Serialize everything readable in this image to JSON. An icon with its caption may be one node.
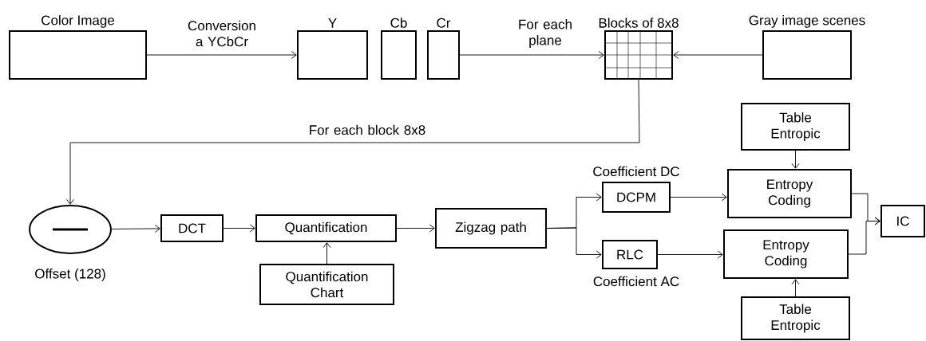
{
  "diagram": {
    "nodes": [
      {
        "text": [
          "Color Image"
        ]
      },
      {
        "text": [
          "Y"
        ]
      },
      {
        "text": [
          "Cb"
        ]
      },
      {
        "text": [
          "Cr"
        ]
      },
      {
        "text": [
          "Blocks of 8x8"
        ]
      },
      {
        "text": [
          "Gray image scenes"
        ]
      },
      {
        "text": [],
        "shape": "circle",
        "beside": [
          "Offset (128)"
        ]
      },
      {
        "text": [
          "DCT"
        ]
      },
      {
        "text": [
          "Quantification"
        ]
      },
      {
        "text": [
          "Quantification Chart"
        ]
      },
      {
        "text": [
          "Zigzag path"
        ]
      },
      {
        "text": [
          "DCPM"
        ],
        "beside": [
          "Coefficient DC"
        ]
      },
      {
        "text": [
          "RLC"
        ],
        "beside": [
          "Coefficient AC"
        ]
      },
      {
        "text": [
          "Table Entropic"
        ]
      },
      {
        "text": [
          "Entropy Coding"
        ]
      },
      {
        "text": [
          "Entropy Coding"
        ]
      },
      {
        "text": [
          "Table Entropic"
        ]
      },
      {
        "text": [
          "IC"
        ]
      }
    ],
    "edges": [
      {
        "from": 0,
        "to": 1,
        "arrow": "to",
        "label": "Conversion a YCbCr"
      },
      {
        "from": 3,
        "to": 4,
        "arrow": "to",
        "label": "For each plane"
      },
      {
        "from": 5,
        "to": 4,
        "arrow": "to"
      },
      {
        "from": 4,
        "to": 6,
        "arrow": "to",
        "label": "For each block 8x8"
      },
      {
        "from": 6,
        "to": 7,
        "arrow": "to"
      },
      {
        "from": 7,
        "to": 8,
        "arrow": "to"
      },
      {
        "from": 9,
        "to": 8,
        "arrow": "to"
      },
      {
        "from": 8,
        "to": 10,
        "arrow": "to"
      },
      {
        "from": 10,
        "to": 11,
        "arrow": "to"
      },
      {
        "from": 10,
        "to": 12,
        "arrow": "to"
      },
      {
        "from": 11,
        "to": 14,
        "arrow": "to"
      },
      {
        "from": 12,
        "to": 15,
        "arrow": "to"
      },
      {
        "from": 13,
        "to": 14,
        "arrow": "to"
      },
      {
        "from": 16,
        "to": 15,
        "arrow": "to"
      },
      {
        "from": 14,
        "to": 17,
        "arrow": "to"
      },
      {
        "from": 15,
        "to": 17,
        "arrow": "to"
      }
    ]
  }
}
